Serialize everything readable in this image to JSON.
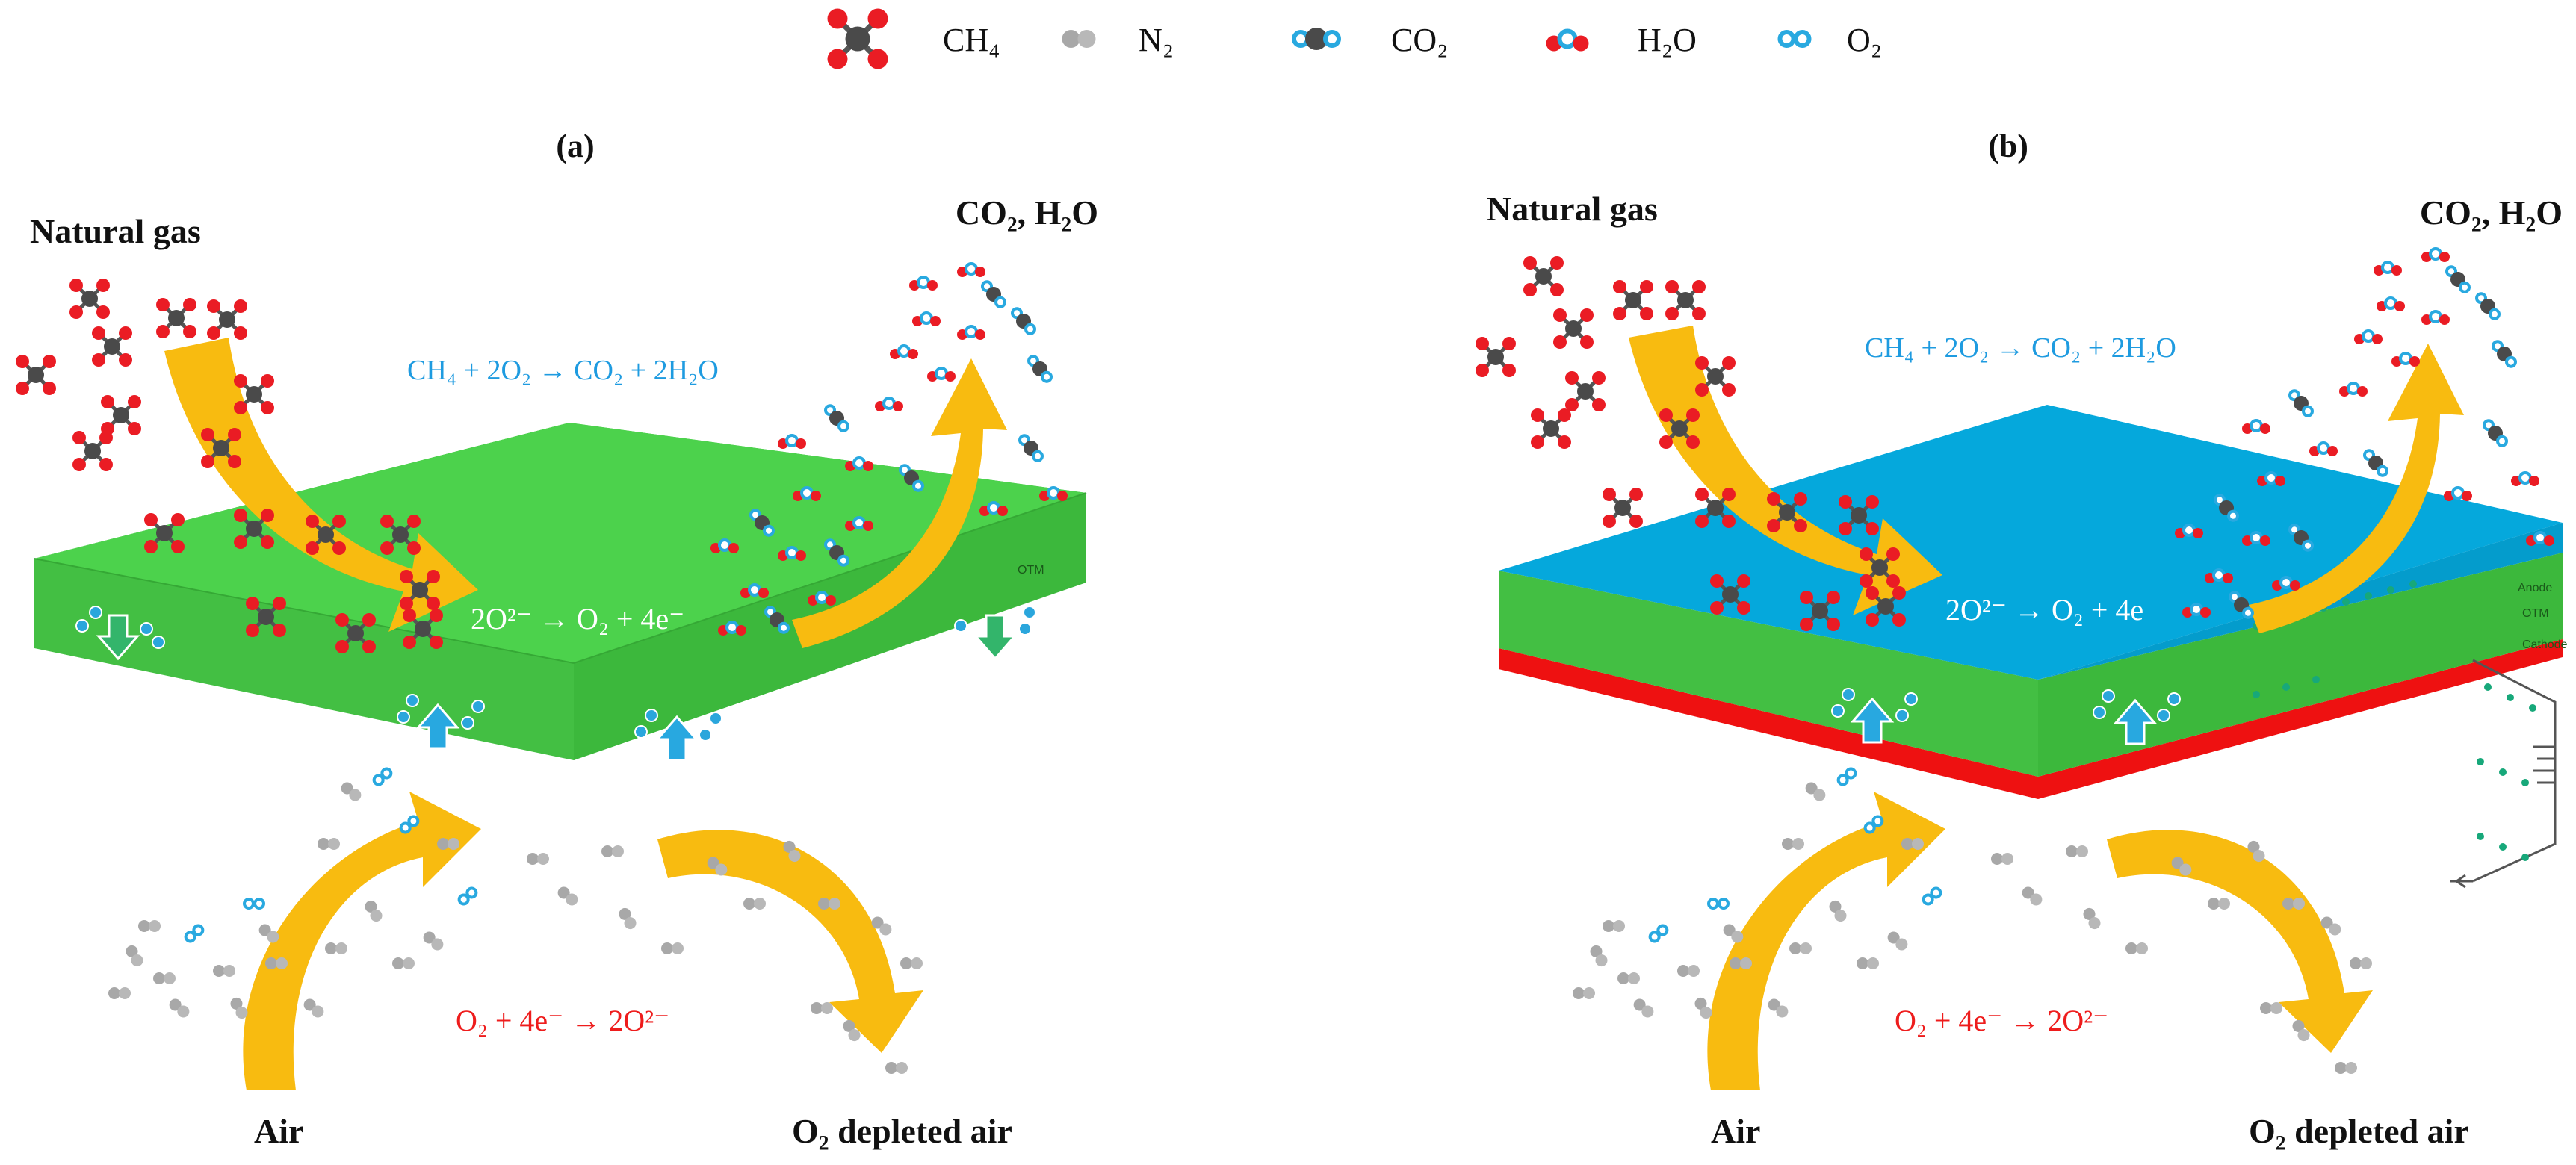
{
  "legend": {
    "ch4": "CH₄",
    "n2": "N₂",
    "co2": "CO₂",
    "h2o": "H₂O",
    "o2": "O₂"
  },
  "panel_a": {
    "label": "(a)",
    "natural_gas": "Natural gas",
    "products": "CO₂, H₂O",
    "combustion_eq": "CH₄ + 2O₂ → CO₂ + 2H₂O",
    "oxidation_eq": "2O²⁻ → O₂ + 4e⁻",
    "reduction_eq": "O₂ + 4e⁻ → 2O²⁻",
    "layer_otm": "OTM",
    "air": "Air",
    "depleted_air": "O₂ depleted air"
  },
  "panel_b": {
    "label": "(b)",
    "natural_gas": "Natural gas",
    "products": "CO₂, H₂O",
    "combustion_eq": "CH₄ + 2O₂ → CO₂ + 2H₂O",
    "oxidation_eq": "2O²⁻ → O₂ + 4e",
    "reduction_eq": "O₂ + 4e⁻ → 2O²⁻",
    "layer_anode": "Anode",
    "layer_otm": "OTM",
    "layer_cathode": "Cathode",
    "air": "Air",
    "depleted_air": "O₂ depleted air"
  },
  "colors": {
    "green_top": "#4cd24c",
    "green_side": "#43bf43",
    "anode_blue": "#05a8dc",
    "cathode_red": "#ee1111",
    "arrow_yellow": "#f8bb10",
    "carbon": "#4a4a4a",
    "hydrogen_red": "#ea1c24",
    "oxygen_blue": "#29a9e0",
    "nitrogen_gray": "#a8a8a8"
  }
}
